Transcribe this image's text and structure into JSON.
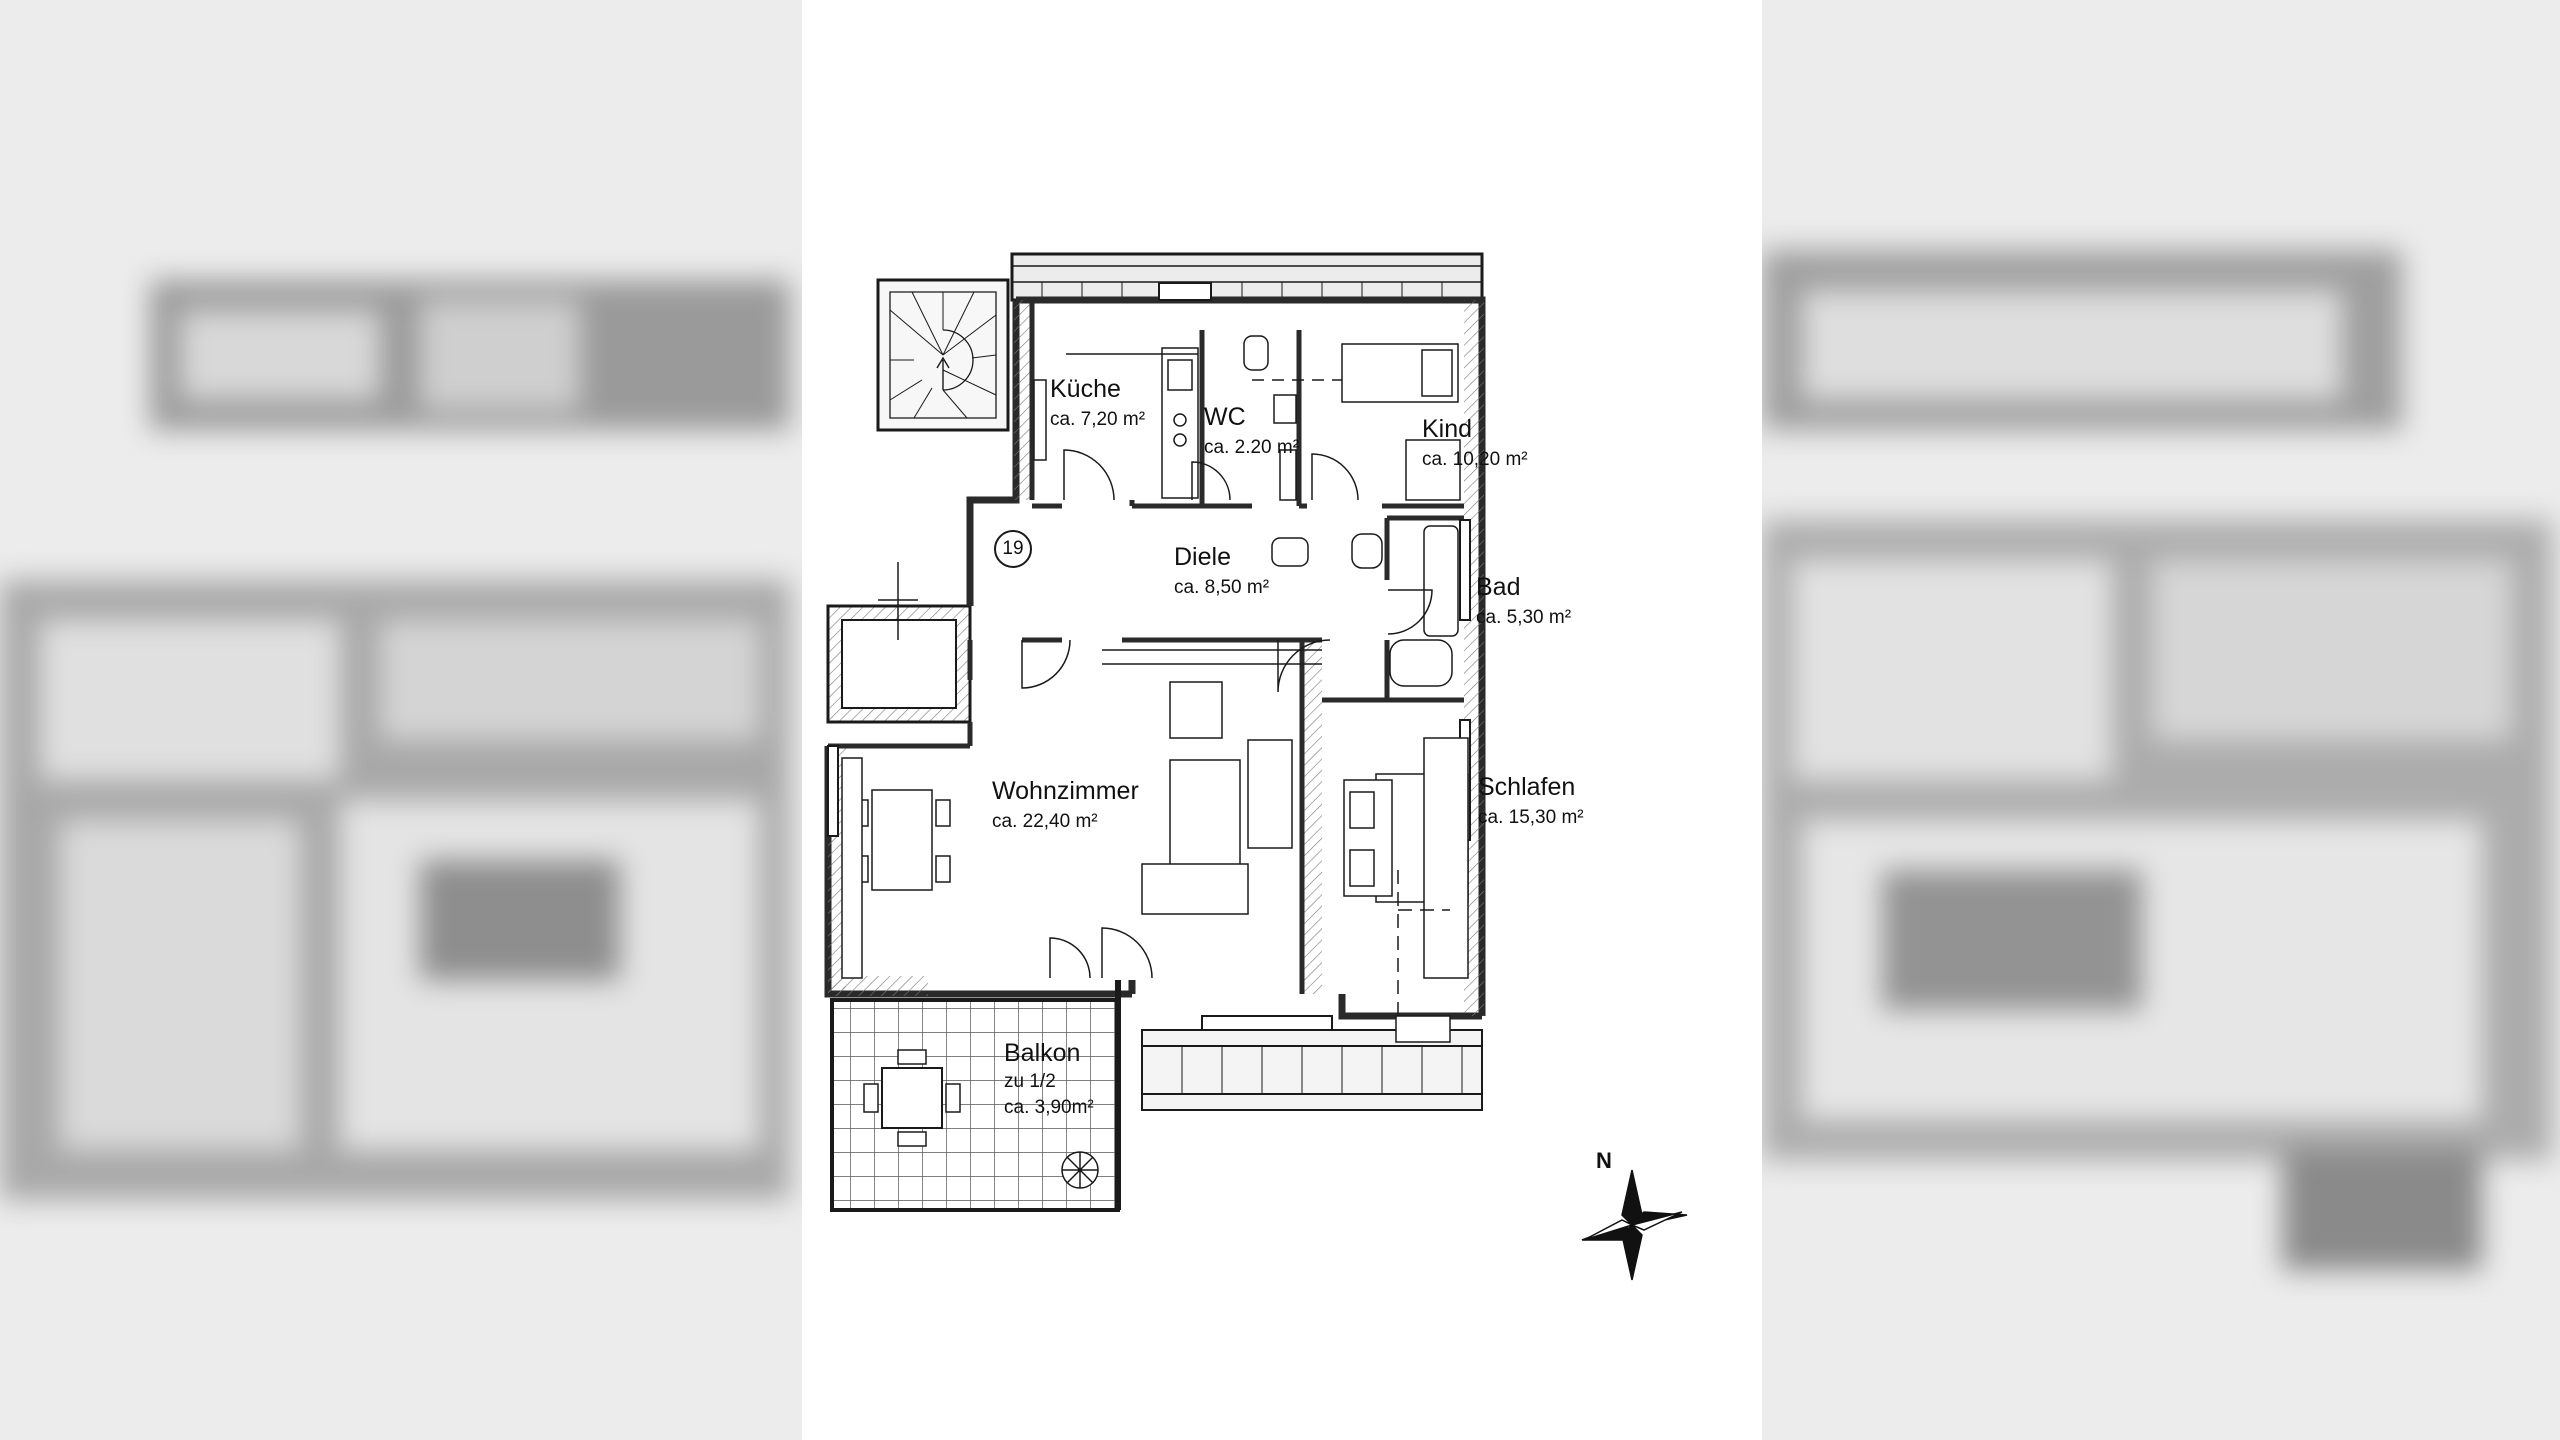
{
  "rooms": {
    "kueche": {
      "name": "Küche",
      "area": "ca. 7,20 m²"
    },
    "wc": {
      "name": "WC",
      "area": "ca. 2.20 m²"
    },
    "kind": {
      "name": "Kind",
      "area": "ca. 10,20 m²"
    },
    "diele": {
      "name": "Diele",
      "area": "ca. 8,50 m²"
    },
    "bad": {
      "name": "Bad",
      "area": "ca. 5,30 m²"
    },
    "wohnzimmer": {
      "name": "Wohnzimmer",
      "area": "ca. 22,40 m²"
    },
    "schlafen": {
      "name": "Schlafen",
      "area": "ca. 15,30 m²"
    },
    "balkon": {
      "name": "Balkon",
      "note": "zu 1/2",
      "area": "ca. 3,90m²"
    }
  },
  "marker": "19",
  "compass": {
    "north": "N"
  },
  "colors": {
    "line": "#1a1a1a",
    "wall": "#3a3a3a",
    "hatch": "#888888",
    "paper": "#ffffff"
  }
}
